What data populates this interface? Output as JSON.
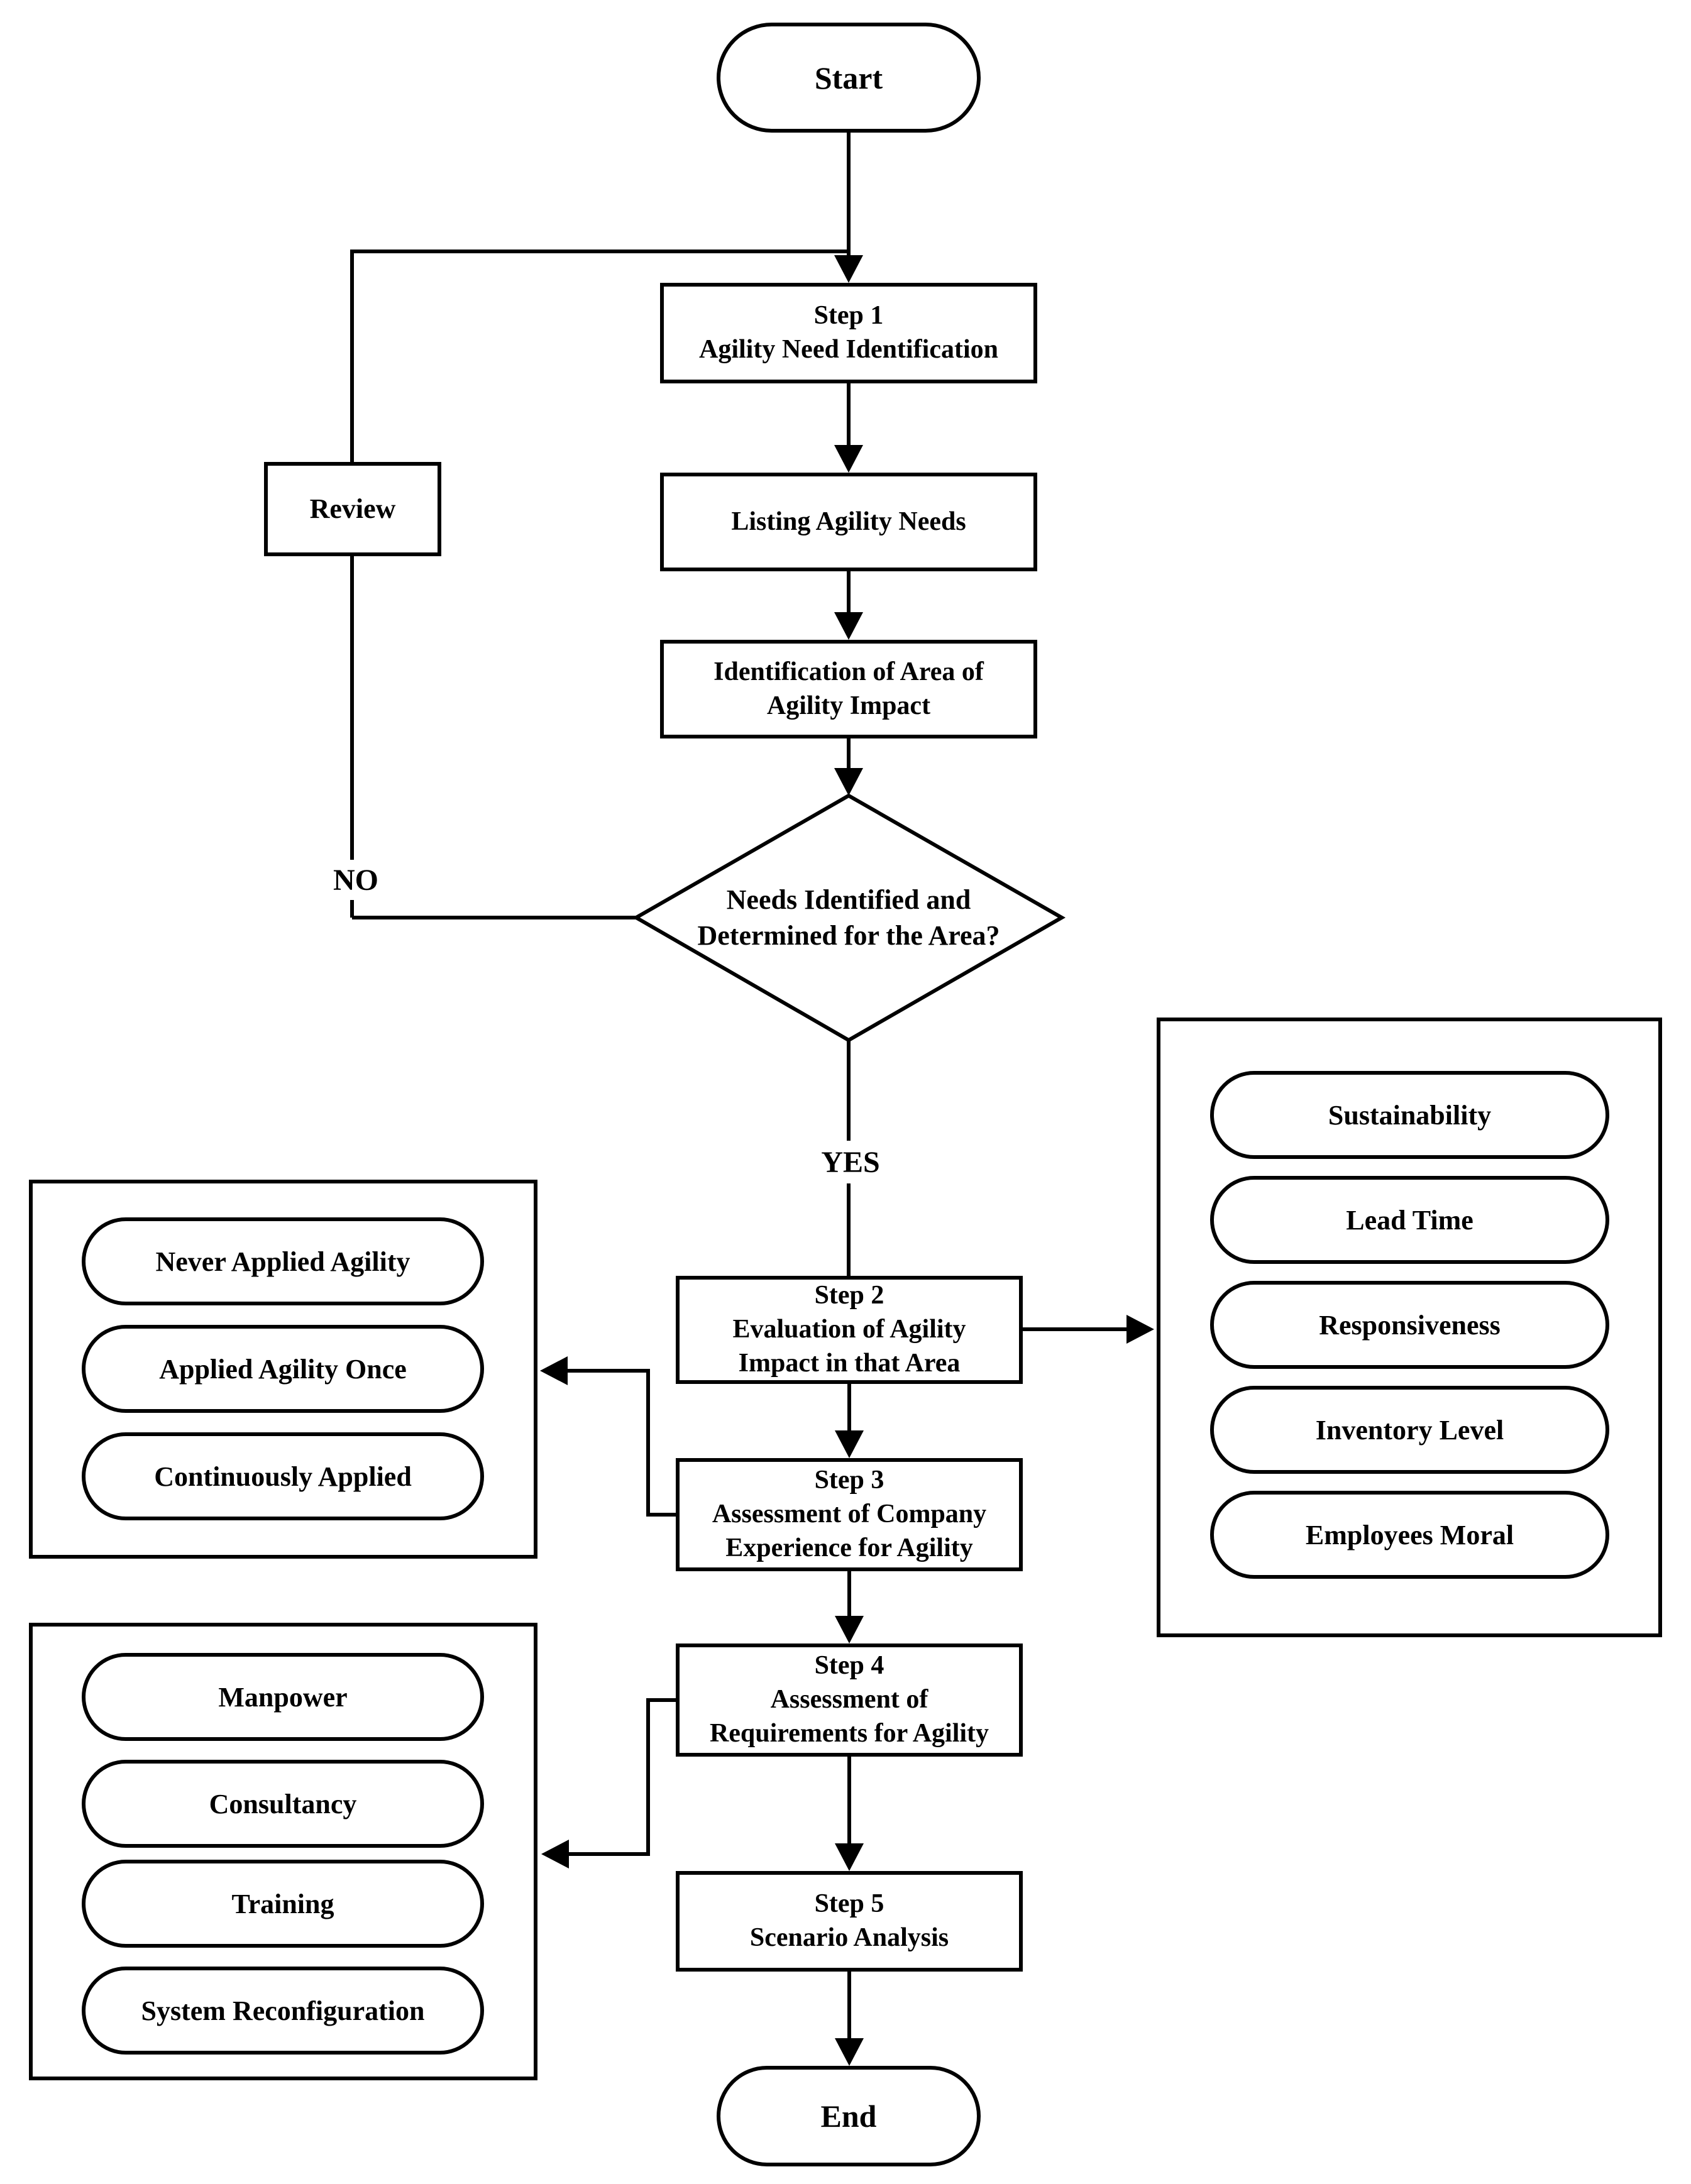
{
  "flowchart": {
    "colors": {
      "stroke": "#000000",
      "background": "#ffffff"
    },
    "nodes": {
      "start": {
        "label": "Start"
      },
      "step1": {
        "line1": "Step 1",
        "line2": "Agility Need Identification"
      },
      "listing": {
        "line1": "Listing Agility Needs"
      },
      "identification": {
        "line1": "Identification of Area of",
        "line2": "Agility Impact"
      },
      "decision": {
        "line1": "Needs Identified and",
        "line2": "Determined for the Area?"
      },
      "review": {
        "label": "Review"
      },
      "step2": {
        "line1": "Step 2",
        "line2": "Evaluation of Agility",
        "line3": "Impact in that Area"
      },
      "step3": {
        "line1": "Step 3",
        "line2": "Assessment of Company",
        "line3": "Experience for Agility"
      },
      "step4": {
        "line1": "Step 4",
        "line2": "Assessment of",
        "line3": "Requirements for Agility"
      },
      "step5": {
        "line1": "Step 5",
        "line2": "Scenario Analysis"
      },
      "end": {
        "label": "End"
      }
    },
    "edge_labels": {
      "no": "NO",
      "yes": "YES"
    },
    "panels": {
      "agility_impact_areas": {
        "items": [
          "Sustainability",
          "Lead Time",
          "Responsiveness",
          "Inventory Level",
          "Employees Moral"
        ]
      },
      "company_experience": {
        "items": [
          "Never Applied Agility",
          "Applied Agility Once",
          "Continuously Applied"
        ]
      },
      "agility_requirements": {
        "items": [
          "Manpower",
          "Consultancy",
          "Training",
          "System Reconfiguration"
        ]
      }
    }
  }
}
